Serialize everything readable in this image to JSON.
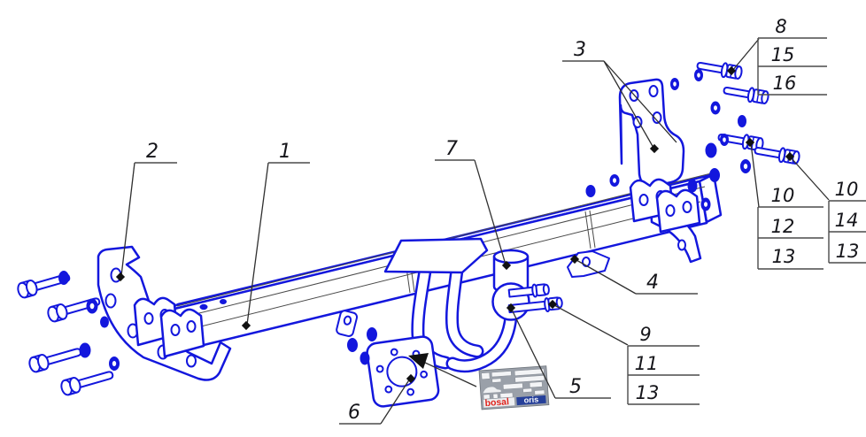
{
  "figure": {
    "kind": "towbar exploded assembly drawing"
  },
  "colors": {
    "part_outline": "#1317dd",
    "leader_line": "#2f2f2f",
    "text": "#15151a",
    "sticker_bg": "#9aa0a9",
    "brand_red": "#df231c",
    "brand_blue": "#26409a"
  },
  "callouts": {
    "c1": "1",
    "c2": "2",
    "c3": "3",
    "c4": "4",
    "c5": "5",
    "c6": "6",
    "c7": "7"
  },
  "tables": [
    {
      "header": "8",
      "rows": [
        "15",
        "16"
      ]
    },
    {
      "header": "10",
      "rows": [
        "12",
        "13"
      ]
    },
    {
      "header": "10",
      "rows": [
        "14",
        "13"
      ]
    },
    {
      "header": "9",
      "rows": [
        "11",
        "13"
      ]
    }
  ],
  "sticker": {
    "brand_left": "bosal",
    "brand_right": "oris"
  }
}
